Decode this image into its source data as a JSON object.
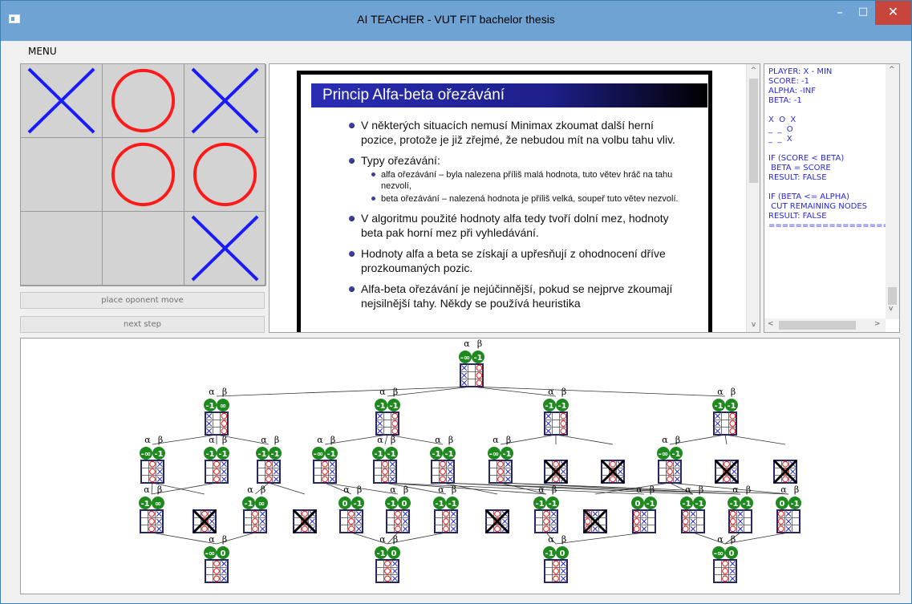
{
  "window": {
    "title": "AI TEACHER - VUT FIT bachelor thesis",
    "min_glyph": "–",
    "max_glyph": "□",
    "close_glyph": "✕"
  },
  "menu": {
    "label": "MENU"
  },
  "board": {
    "cells": [
      "X",
      "O",
      "X",
      "",
      "O",
      "O",
      "",
      "",
      "X"
    ],
    "x_color": "#1a1aff",
    "o_color": "#ff1a1a"
  },
  "controls": {
    "place_move": "place oponent move",
    "next_step": "next step"
  },
  "slide": {
    "title": "Princip Alfa-beta ořezávání",
    "bullets": [
      {
        "text": "V některých situacích nemusí Minimax zkoumat další herní pozice, protože je již zřejmé, že nebudou mít na volbu tahu vliv.",
        "sub": []
      },
      {
        "text": "Typy ořezávání:",
        "sub": [
          "alfa ořezávání – byla nalezena příliš malá hodnota, tuto větev hráč na tahu nezvolí,",
          "beta ořezávání – nalezená hodnota je příliš velká, soupeř tuto větev nezvolí."
        ]
      },
      {
        "text": "V algoritmu použité hodnoty alfa tedy tvoří dolní mez, hodnoty beta pak horní mez při vyhledávání.",
        "sub": []
      },
      {
        "text": "Hodnoty alfa a beta se získají a upřesňují z ohodnocení dříve prozkoumaných pozic.",
        "sub": []
      },
      {
        "text": "Alfa-beta ořezávání je nejúčinnější, pokud se nejprve zkoumají nejsilnější tahy. Někdy se používá heuristika",
        "sub": []
      }
    ]
  },
  "log": {
    "text": "PLAYER: X - MIN\nSCORE: -1\nALPHA: -INF\nBETA: -1\n\nX  O  X\n_  _  O\n_  _  X\n\nIF (SCORE < BETA)\n BETA = SCORE\nRESULT: FALSE\n\nIF (BETA <= ALPHA)\n CUT REMAINING NODES\nRESULT: FALSE\n=================="
  },
  "tree": {
    "alpha_label": "α",
    "beta_label": "β",
    "node_color": "#1e8a1e",
    "grid_border": "#1a1a6e",
    "nodes": [
      {
        "id": "r",
        "a": "-∞",
        "b": "-1",
        "cut": false
      },
      {
        "id": "a",
        "a": "-1",
        "b": "∞",
        "cut": false
      },
      {
        "id": "b",
        "a": "-1",
        "b": "-1",
        "cut": false
      },
      {
        "id": "c",
        "a": "-1",
        "b": "-1",
        "cut": false
      },
      {
        "id": "d",
        "a": "-1",
        "b": "-1",
        "cut": false
      },
      {
        "id": "a1",
        "a": "-∞",
        "b": "-1",
        "cut": false
      },
      {
        "id": "a2",
        "a": "-1",
        "b": "-1",
        "cut": false
      },
      {
        "id": "a3",
        "a": "-1",
        "b": "-1",
        "cut": false
      },
      {
        "id": "b1",
        "a": "-∞",
        "b": "-1",
        "cut": false
      },
      {
        "id": "b2",
        "a": "-1",
        "b": "-1",
        "cut": false
      },
      {
        "id": "b3",
        "a": "-1",
        "b": "-1",
        "cut": false
      },
      {
        "id": "c1",
        "a": "-∞",
        "b": "-1",
        "cut": false
      },
      {
        "id": "c2",
        "a": "",
        "b": "",
        "cut": true
      },
      {
        "id": "c3",
        "a": "",
        "b": "",
        "cut": true
      },
      {
        "id": "d1",
        "a": "-∞",
        "b": "-1",
        "cut": false
      },
      {
        "id": "d2",
        "a": "",
        "b": "",
        "cut": true
      },
      {
        "id": "d3",
        "a": "",
        "b": "",
        "cut": true
      },
      {
        "id": "e1",
        "a": "-1",
        "b": "∞",
        "cut": false
      },
      {
        "id": "e2",
        "a": "",
        "b": "",
        "cut": true
      },
      {
        "id": "e3",
        "a": "-1",
        "b": "∞",
        "cut": false
      },
      {
        "id": "e4",
        "a": "",
        "b": "",
        "cut": true
      },
      {
        "id": "e5",
        "a": "0",
        "b": "-1",
        "cut": false
      },
      {
        "id": "e6",
        "a": "-1",
        "b": "0",
        "cut": false
      },
      {
        "id": "e7",
        "a": "-1",
        "b": "-1",
        "cut": false
      },
      {
        "id": "e8",
        "a": "",
        "b": "",
        "cut": true
      },
      {
        "id": "e9",
        "a": "-1",
        "b": "-1",
        "cut": false
      },
      {
        "id": "e10",
        "a": "",
        "b": "",
        "cut": true
      },
      {
        "id": "e11",
        "a": "0",
        "b": "-1",
        "cut": false
      },
      {
        "id": "e12",
        "a": "-1",
        "b": "-1",
        "cut": false
      },
      {
        "id": "e13",
        "a": "-1",
        "b": "-1",
        "cut": false
      },
      {
        "id": "e14",
        "a": "0",
        "b": "-1",
        "cut": false
      },
      {
        "id": "f1",
        "a": "-∞",
        "b": "0",
        "cut": false
      },
      {
        "id": "f2",
        "a": "-1",
        "b": "0",
        "cut": false
      },
      {
        "id": "f3",
        "a": "-1",
        "b": "0",
        "cut": false
      },
      {
        "id": "f4",
        "a": "-∞",
        "b": "0",
        "cut": false
      }
    ]
  }
}
